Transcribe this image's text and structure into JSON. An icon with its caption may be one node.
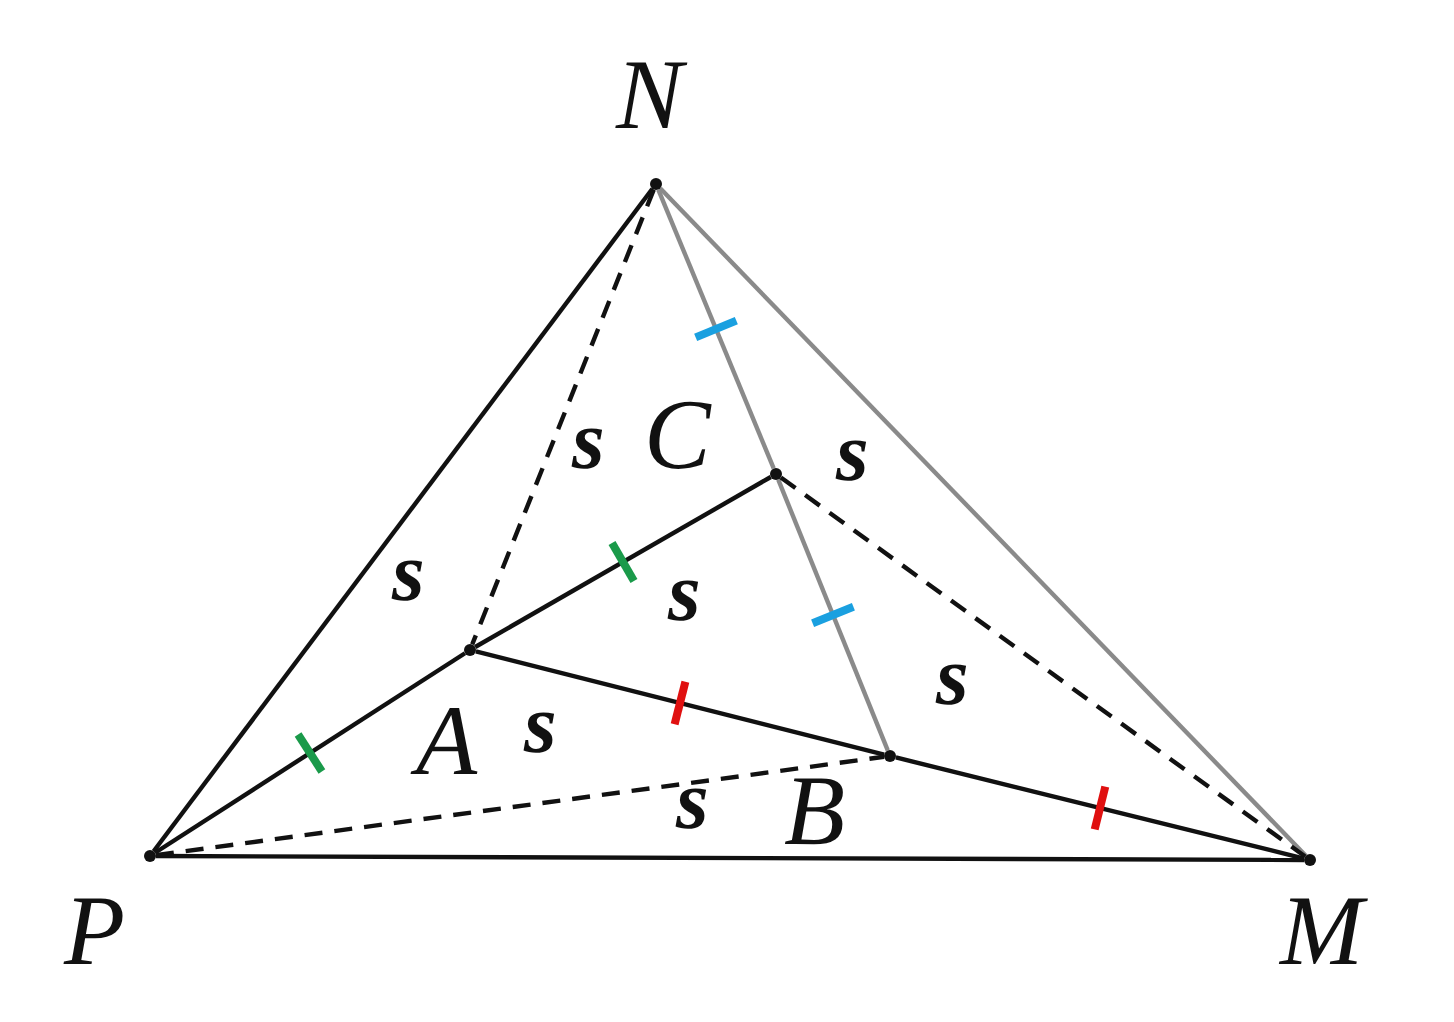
{
  "diagram": {
    "nodes": [
      {
        "text": [],
        "shape": "dot",
        "beside": [
          "N"
        ]
      },
      {
        "text": [],
        "shape": "dot",
        "beside": [
          "C"
        ]
      },
      {
        "text": [],
        "shape": "dot",
        "beside": [
          "A"
        ]
      },
      {
        "text": [],
        "shape": "dot",
        "beside": [
          "B"
        ]
      },
      {
        "text": [],
        "shape": "dot",
        "beside": [
          "P"
        ]
      },
      {
        "text": [],
        "shape": "dot",
        "beside": [
          "M"
        ]
      }
    ],
    "edges": [
      {
        "from": 4,
        "to": 0,
        "arrow": "none"
      },
      {
        "from": 0,
        "to": 5,
        "arrow": "none",
        "color": "#8a8a8a"
      },
      {
        "from": 4,
        "to": 5,
        "arrow": "none"
      },
      {
        "from": 4,
        "to": 2,
        "arrow": "none"
      },
      {
        "from": 2,
        "to": 1,
        "arrow": "none"
      },
      {
        "from": 2,
        "to": 3,
        "arrow": "none"
      },
      {
        "from": 3,
        "to": 5,
        "arrow": "none"
      },
      {
        "from": 0,
        "to": 1,
        "arrow": "none",
        "color": "#8a8a8a"
      },
      {
        "from": 1,
        "to": 3,
        "arrow": "none",
        "color": "#8a8a8a"
      },
      {
        "from": 0,
        "to": 2,
        "arrow": "none",
        "style": "dashed"
      },
      {
        "from": 1,
        "to": 5,
        "arrow": "none",
        "style": "dashed"
      },
      {
        "from": 4,
        "to": 3,
        "arrow": "none",
        "style": "dashed"
      }
    ],
    "labels": [
      "s",
      "s",
      "s",
      "s",
      "s",
      "s",
      "s"
    ]
  }
}
